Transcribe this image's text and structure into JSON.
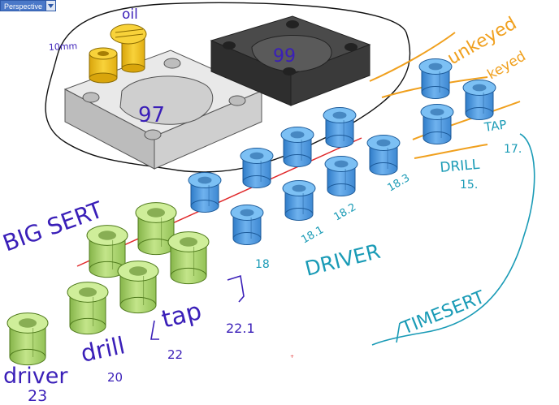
{
  "viewport": {
    "tab_label": "Perspective",
    "arrow_icon": "chevron-down-icon"
  },
  "colors": {
    "purple_ink": "#3a1fb8",
    "teal_ink": "#1a9bb6",
    "orange_ink": "#f0a01e",
    "red_line": "#e0282a",
    "black_ink": "#111111",
    "yellow_part": "#f2c21a",
    "grey_part": "#d8d8d8",
    "dark_part": "#3a3a3a",
    "blue_part": "#4e9be0",
    "green_part": "#a8d46a"
  },
  "annotations": {
    "oil": "oil",
    "tenmm": "10mm",
    "plate_97": "97",
    "plate_99": "99",
    "unkeyed": "unkeyed",
    "keyed": "keyed",
    "tap_top": "TAP",
    "tap_top_num": "17.",
    "drill_top": "DRILL",
    "drill_top_num": "15.",
    "n_18_3": "18.3",
    "n_18_2": "18.2",
    "n_18_1": "18.1",
    "n_18": "18",
    "driver_mid": "DRIVER",
    "big_sert": "BIG SERT",
    "timesert": "TIMESERT",
    "tap_bottom": "tap",
    "n_22_1": "22.1",
    "n_22": "22",
    "drill_bottom": "drill",
    "n_20": "20",
    "driver_bottom": "driver",
    "n_23": "23"
  }
}
